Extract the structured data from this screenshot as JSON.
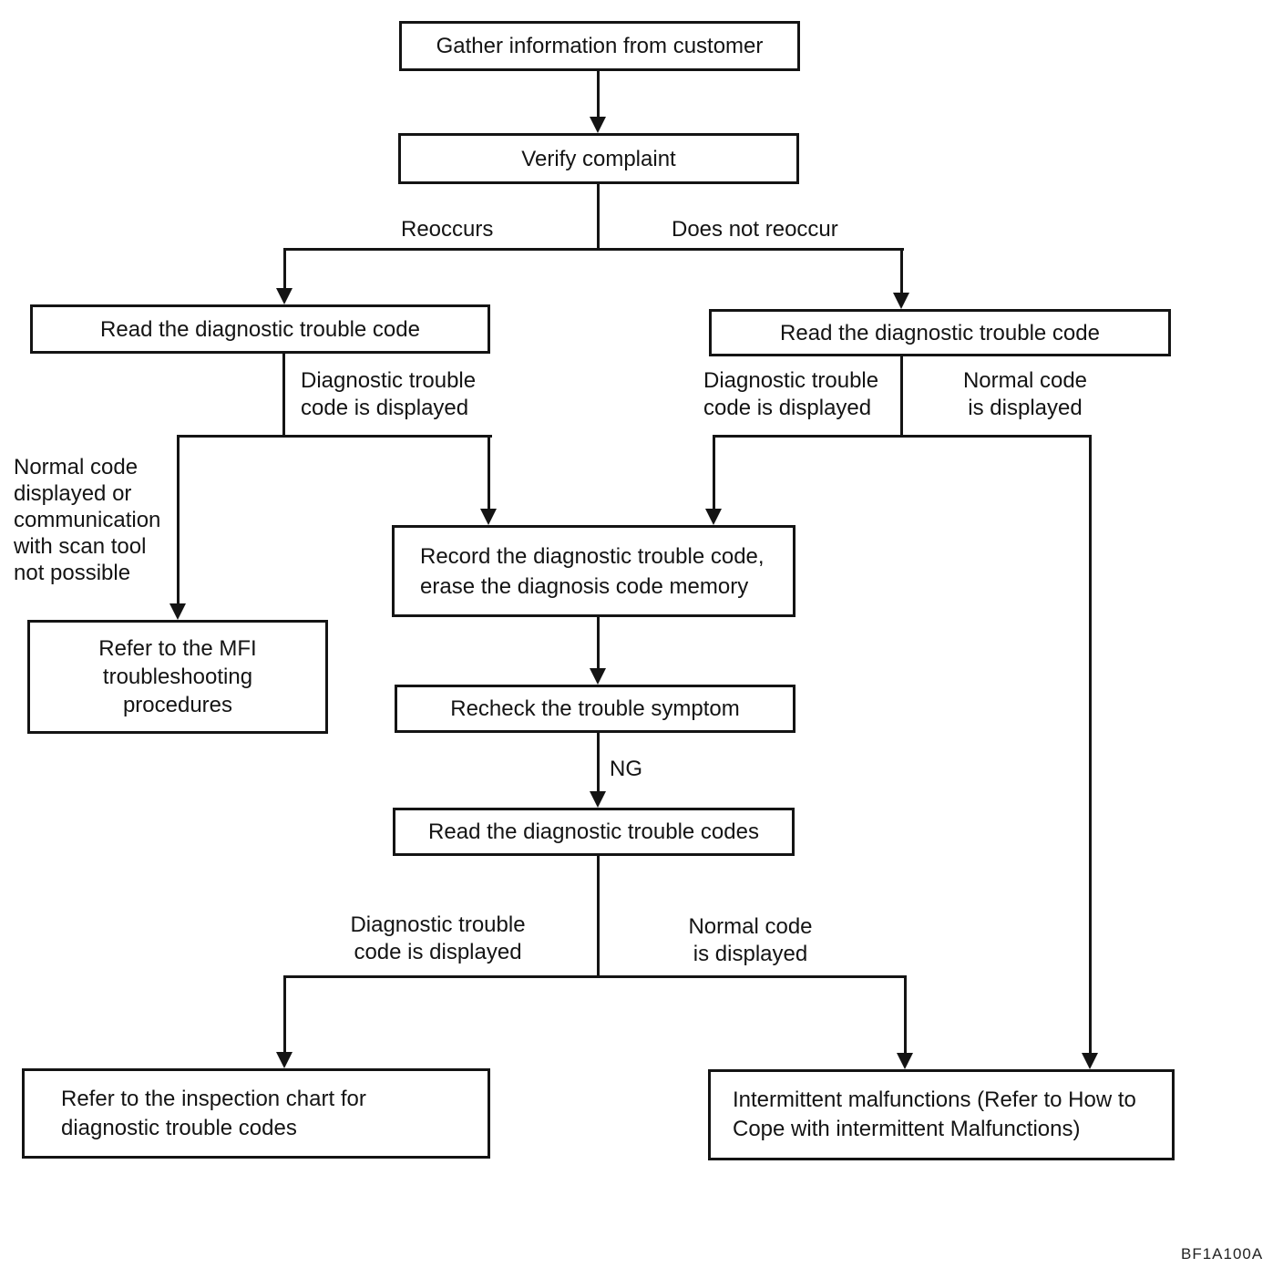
{
  "diagram": {
    "nodes": {
      "gather": "Gather information from customer",
      "verify": "Verify complaint",
      "read_left": "Read the diagnostic trouble code",
      "read_right": "Read the diagnostic trouble code",
      "mfi": "Refer to the MFI\ntroubleshooting\nprocedures",
      "record": "Record the diagnostic trouble code,\nerase the diagnosis code memory",
      "recheck": "Recheck the trouble symptom",
      "read_codes": "Read the diagnostic trouble codes",
      "inspection": "Refer to the inspection chart for\ndiagnostic trouble codes",
      "intermittent": "Intermittent malfunctions (Refer to How to\nCope with intermittent Malfunctions)"
    },
    "edge_labels": {
      "reoccurs": "Reoccurs",
      "does_not_reoccur": "Does not reoccur",
      "dtc_displayed_left": "Diagnostic trouble\ncode is displayed",
      "dtc_displayed_right": "Diagnostic trouble\ncode is displayed",
      "normal_displayed_right": "Normal code\nis displayed",
      "normal_or_no_comm": "Normal code\ndisplayed or\ncommunication\nwith scan tool\nnot possible",
      "ng": "NG",
      "dtc_displayed_bottom": "Diagnostic trouble\ncode is displayed",
      "normal_displayed_bottom": "Normal code\nis displayed"
    },
    "figure_code": "BF1A100A",
    "ink_color": "#141414",
    "background": "#ffffff"
  }
}
